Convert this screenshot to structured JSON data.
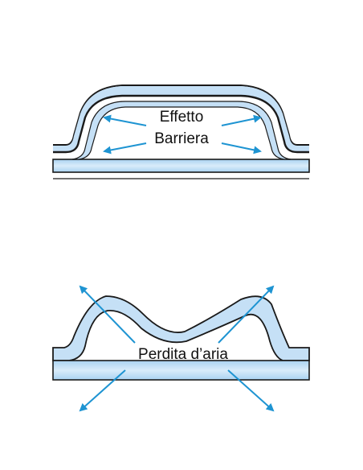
{
  "diagram": {
    "top_panel": {
      "label_lines": [
        "Effetto",
        "Barriera"
      ]
    },
    "bottom_panel": {
      "label": "Perdita d’aria"
    },
    "colors": {
      "film_fill": "#c5e0f6",
      "film_outline": "#1a1a1a",
      "arrow": "#1e94d2",
      "background": "#ffffff"
    }
  }
}
